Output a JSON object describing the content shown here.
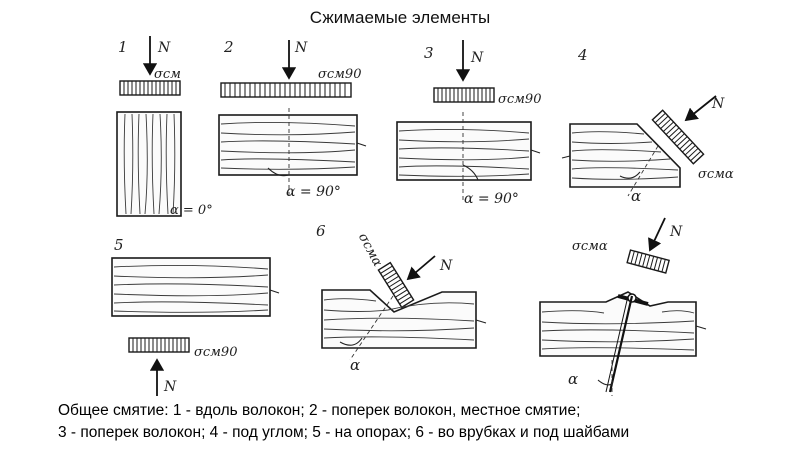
{
  "title": "Сжимаемые элементы",
  "caption": {
    "line1": "Общее смятие: 1 - вдоль волокон; 2 - поперек волокон, местное смятие;",
    "line2": "3 - поперек волокон; 4 - под углом; 5 - на опорах; 6 - во врубках и под шайбами"
  },
  "panels": [
    {
      "number": "1",
      "force": "N",
      "stress": "σсм",
      "angle": "α = 0°"
    },
    {
      "number": "2",
      "force": "N",
      "stress": "σсм90",
      "angle": "α = 90°"
    },
    {
      "number": "3",
      "force": "N",
      "stress": "σсм90",
      "angle": "α = 90°"
    },
    {
      "number": "4",
      "force": "N",
      "stress": "σсмα",
      "angle": "α"
    },
    {
      "number": "5",
      "force": "N",
      "stress": "σсм90"
    },
    {
      "number": "6",
      "force": "N",
      "stress": "σсмα",
      "angle": "α"
    },
    {
      "force": "N",
      "stress": "σсмα",
      "angle": "α"
    }
  ]
}
